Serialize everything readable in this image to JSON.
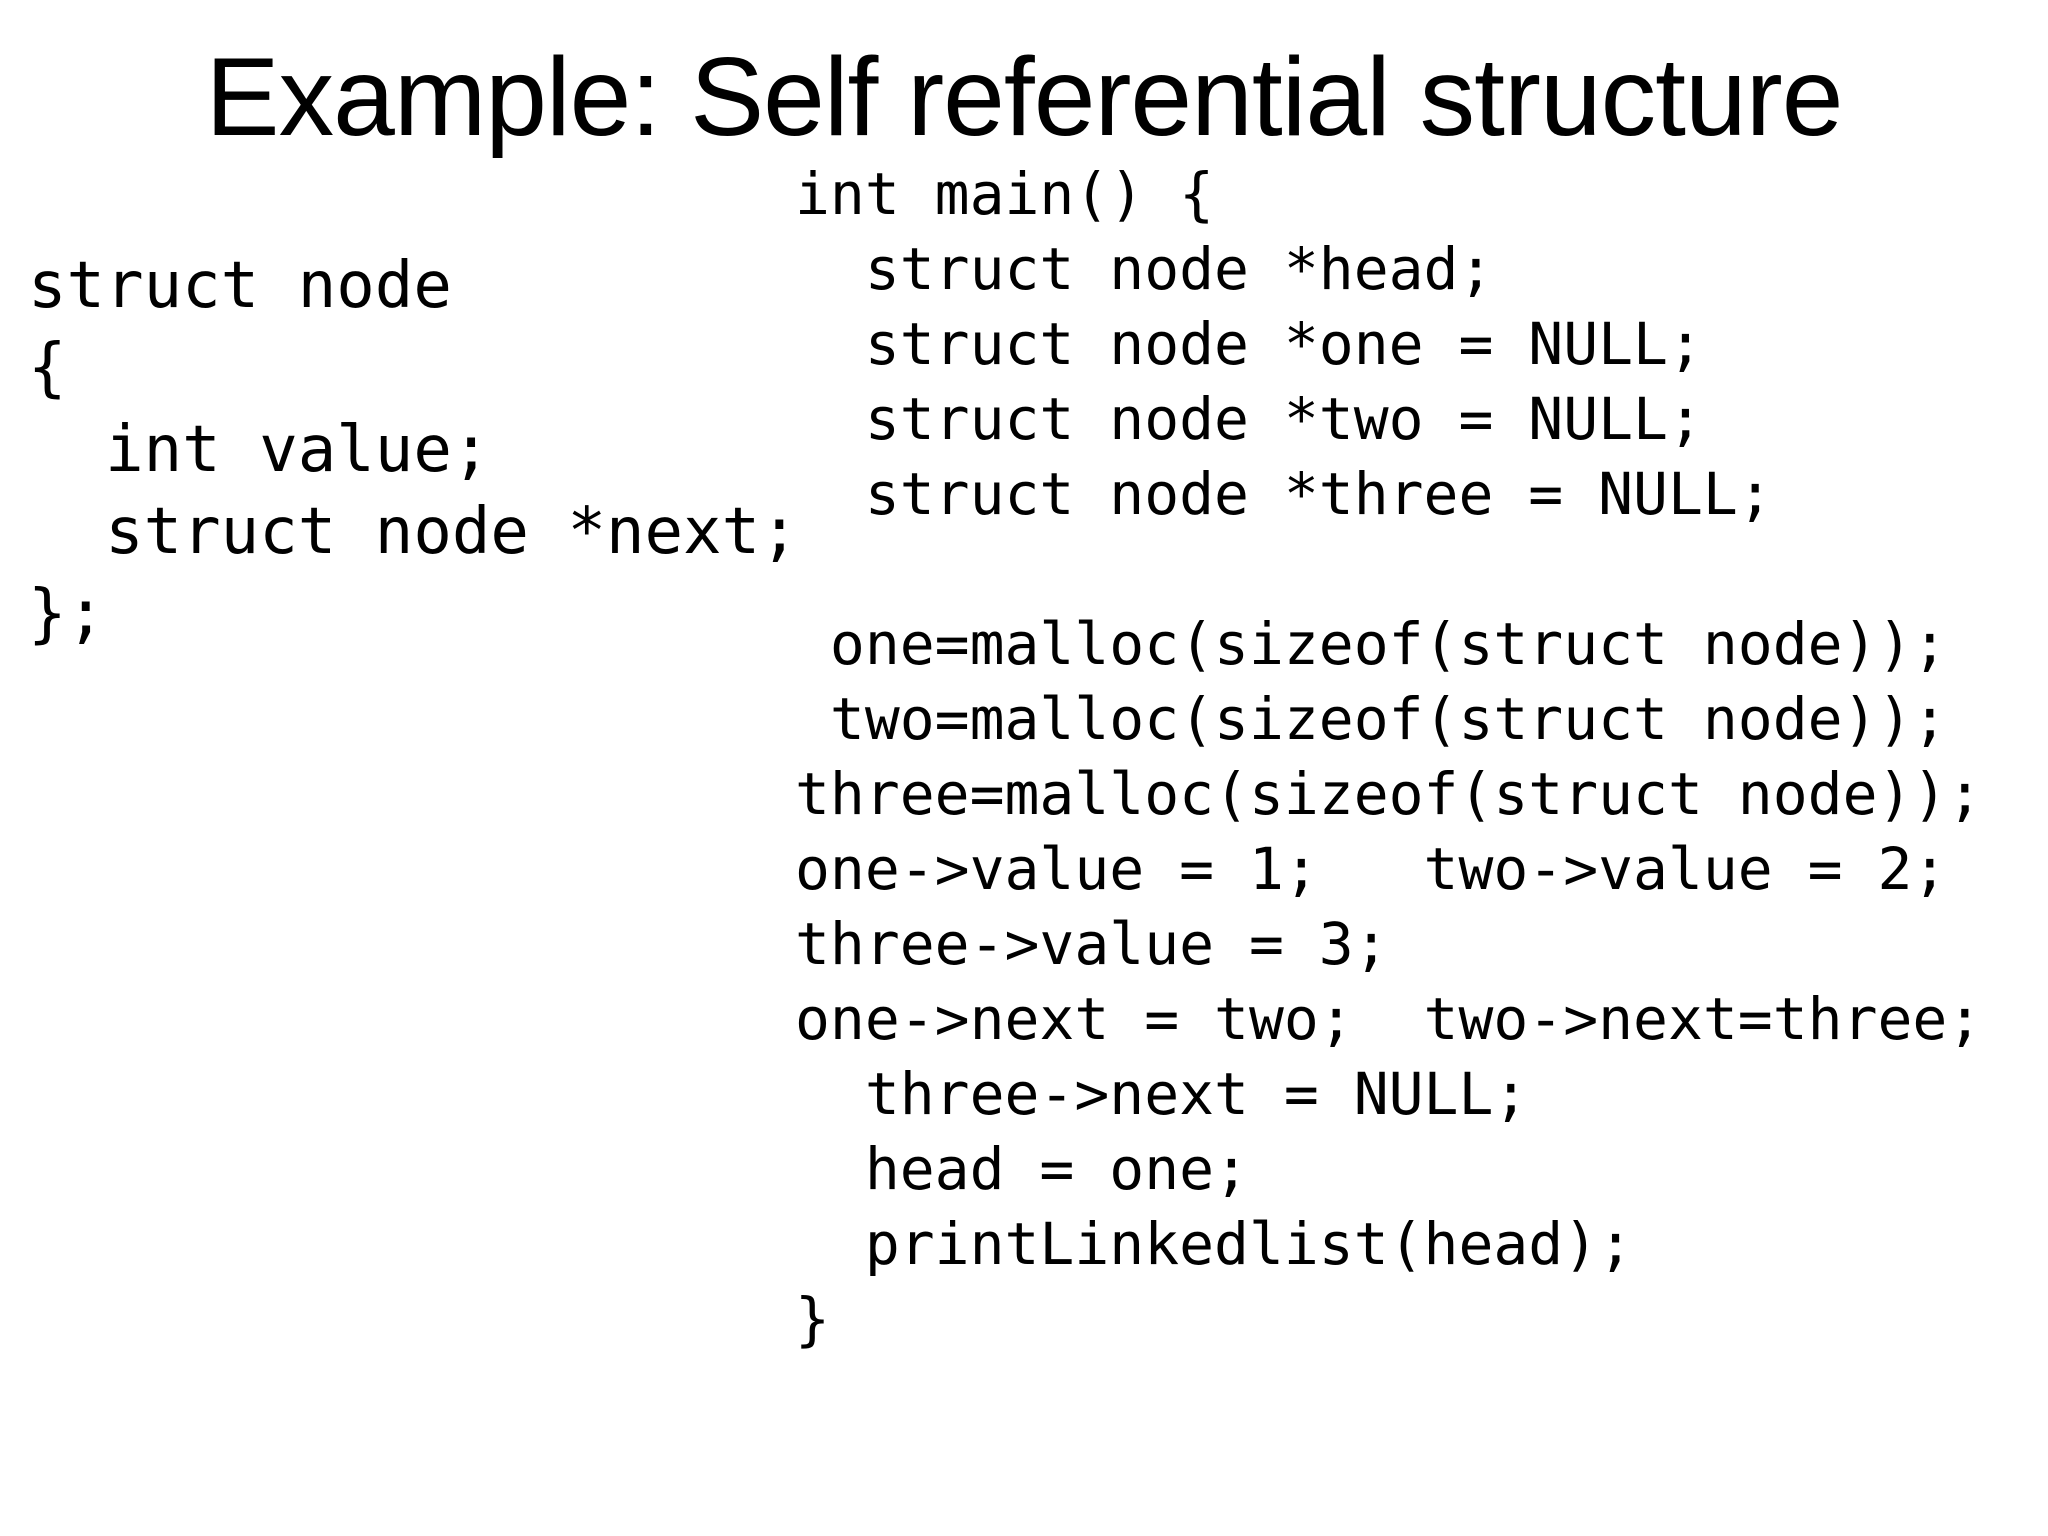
{
  "title": "Example: Self referential structure",
  "code_blocks": {
    "struct_definition": "struct node\n{\n  int value;\n  struct node *next;\n};",
    "main_function": "int main() {\n  struct node *head;\n  struct node *one = NULL;\n  struct node *two = NULL;\n  struct node *three = NULL;\n\n one=malloc(sizeof(struct node));\n two=malloc(sizeof(struct node));\nthree=malloc(sizeof(struct node));\none->value = 1;   two->value = 2;\nthree->value = 3;\none->next = two;  two->next=three;\n  three->next = NULL;\n  head = one;\n  printLinkedlist(head);\n}"
  },
  "colors": {
    "background": "#ffffff",
    "text": "#000000"
  }
}
